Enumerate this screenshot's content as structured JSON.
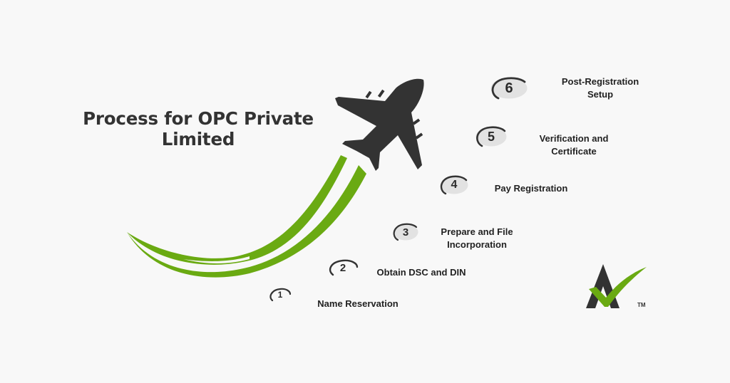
{
  "title": {
    "line1": "Process for OPC Private",
    "line2": "Limited"
  },
  "steps": [
    {
      "number": "1",
      "label_line1": "Name Reservation",
      "label_line2": "",
      "badge_style": "outline"
    },
    {
      "number": "2",
      "label_line1": "Obtain DSC and DIN",
      "label_line2": "",
      "badge_style": "outline"
    },
    {
      "number": "3",
      "label_line1": "Prepare and File",
      "label_line2": "Incorporation",
      "badge_style": "filled"
    },
    {
      "number": "4",
      "label_line1": "Pay Registration",
      "label_line2": "",
      "badge_style": "filled"
    },
    {
      "number": "5",
      "label_line1": "Verification and",
      "label_line2": "Certificate",
      "badge_style": "filled"
    },
    {
      "number": "6",
      "label_line1": "Post-Registration",
      "label_line2": "Setup",
      "badge_style": "filled"
    }
  ],
  "icons": {
    "airplane": "airplane-icon",
    "trail": "green-swoosh-trail",
    "logo": "a-checkmark-logo"
  },
  "logo": {
    "trademark": "TM"
  },
  "colors": {
    "background": "#f8f8f8",
    "dark": "#333333",
    "green": "#6aaa12",
    "badge_fill": "#e2e2e2"
  }
}
